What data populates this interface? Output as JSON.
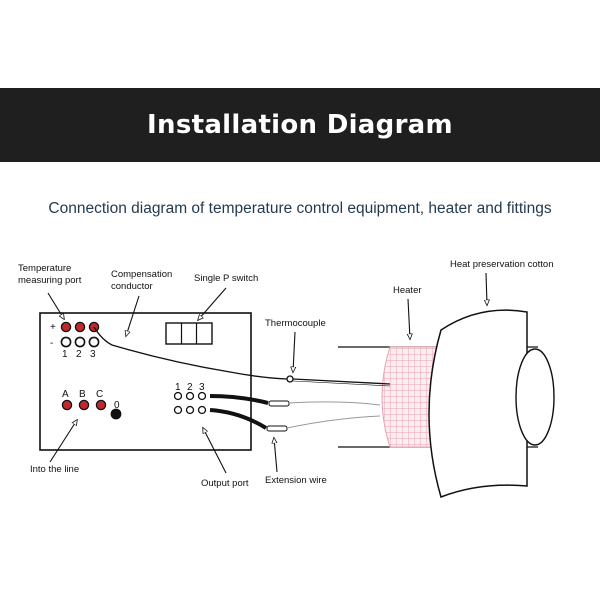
{
  "header": {
    "title": "Installation Diagram",
    "subtitle": "Connection diagram of temperature control equipment, heater and fittings"
  },
  "diagram": {
    "labels": {
      "temperature_measuring_port_line1": "Temperature",
      "temperature_measuring_port_line2": "measuring port",
      "compensation_conductor_line1": "Compensation",
      "compensation_conductor_line2": "conductor",
      "single_p_switch": "Single P switch",
      "thermocouple": "Thermocouple",
      "heater": "Heater",
      "heat_preservation_cotton": "Heat preservation cotton",
      "into_the_line": "Into the line",
      "output_port": "Output port",
      "extension_wire": "Extension wire"
    },
    "terminal_marks": {
      "plus": "+",
      "minus": "-",
      "port_numbers": [
        "1",
        "2",
        "3"
      ],
      "phase_a": "A",
      "phase_b": "B",
      "phase_c": "C",
      "neutral": "0",
      "output_numbers": [
        "1",
        "2",
        "3"
      ]
    },
    "colors": {
      "banner": "#1f1f1f",
      "subtitle": "#243a4f",
      "terminal_red": "#c0282c",
      "heater_pink": "#e8a0b0"
    }
  }
}
